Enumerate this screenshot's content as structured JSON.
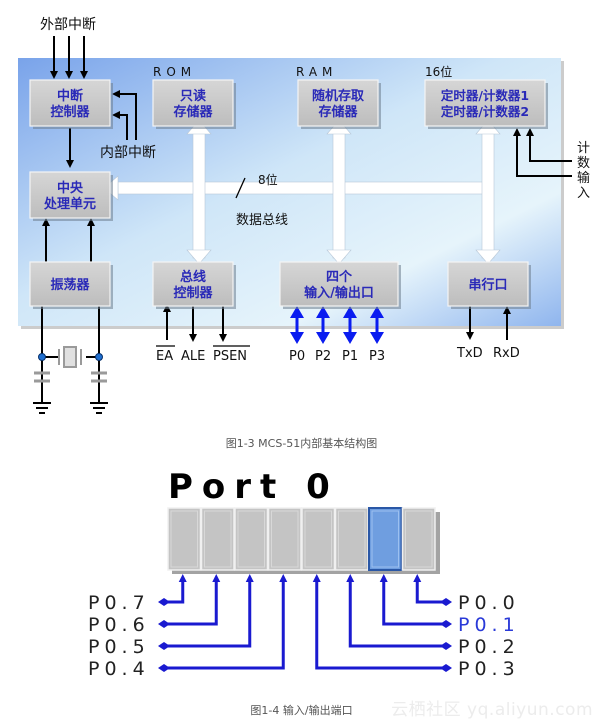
{
  "figure1": {
    "caption": "图1-3 MCS-51内部基本结构图",
    "external_interrupt_label": "外部中断",
    "internal_interrupt_label": "内部中断",
    "rom_label": "ROM",
    "ram_label": "RAM",
    "bits16_label": "16位",
    "bits8_label": "8位",
    "data_bus_label": "数据总线",
    "count_input_label": [
      "计",
      "数",
      "输",
      "入"
    ],
    "blocks": {
      "interrupt_controller": [
        "中断",
        "控制器"
      ],
      "rom": [
        "只读",
        "存储器"
      ],
      "ram": [
        "随机存取",
        "存储器"
      ],
      "timer": [
        "定时器/计数器1",
        "定时器/计数器2"
      ],
      "cpu": [
        "中央",
        "处理单元"
      ],
      "oscillator": [
        "振荡器"
      ],
      "bus_controller": [
        "总线",
        "控制器"
      ],
      "io_ports": [
        "四个",
        "输入/输出口"
      ],
      "serial": [
        "串行口"
      ]
    },
    "bus_pins": [
      "EA",
      "ALE",
      "PSEN"
    ],
    "io_pins": [
      "P0",
      "P2",
      "P1",
      "P3"
    ],
    "serial_pins": [
      "TxD",
      "RxD"
    ],
    "colors": {
      "panel_top": "#7aa6ec",
      "panel_bottom": "#e8f4fb",
      "block_text": "#2a2ab8",
      "io_arrow": "#0a1cf0"
    }
  },
  "figure2": {
    "caption": "图1-4 输入/输出端口",
    "title": "Port 0",
    "highlighted_bit": 1,
    "left_pins": [
      "P0.7",
      "P0.6",
      "P0.5",
      "P0.4"
    ],
    "right_pins": [
      "P0.0",
      "P0.1",
      "P0.2",
      "P0.3"
    ],
    "colors": {
      "cell": "#c4c4c4",
      "highlight": "#6f9ee0",
      "line": "#1a1ad0",
      "highlight_text": "#2a3ad8"
    }
  },
  "watermark": "云栖社区 yq.aliyun.com"
}
